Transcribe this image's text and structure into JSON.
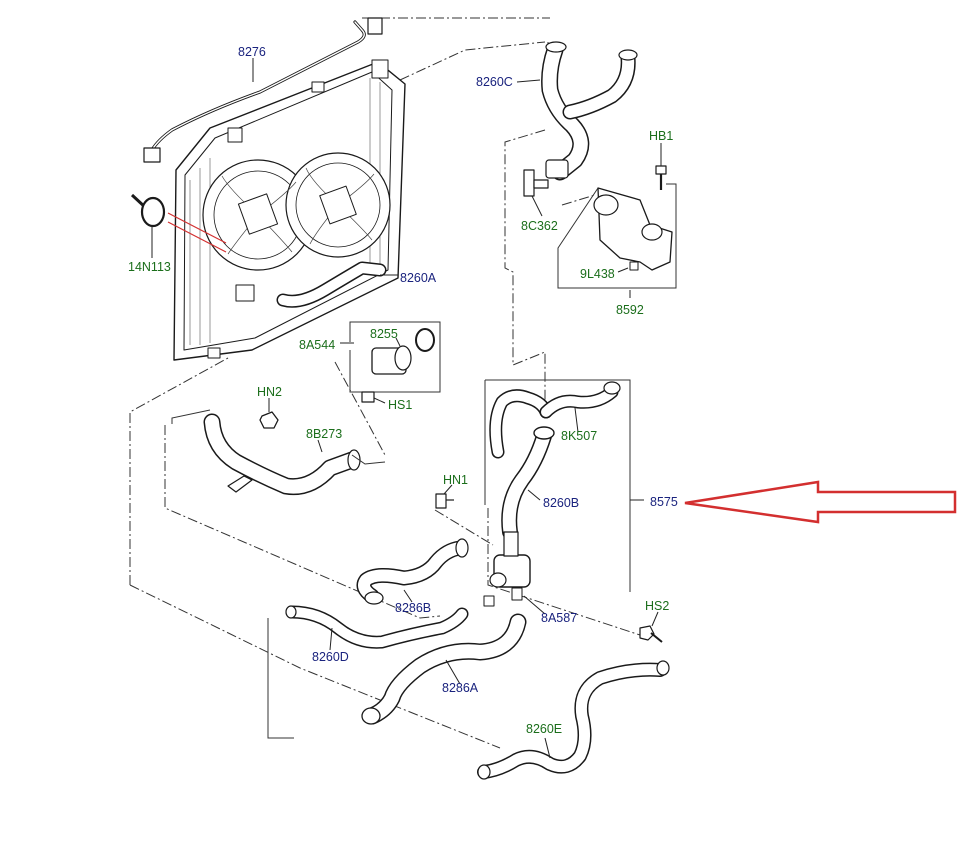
{
  "colors": {
    "label_part_number": "#1a237e",
    "label_fastener": "#1b6e1b",
    "arrow": "#d32f2f",
    "lines": "#222222"
  },
  "labels": {
    "c8276": "8276",
    "c8260C": "8260C",
    "hb1": "HB1",
    "c8c362": "8C362",
    "c9l438": "9L438",
    "c8592": "8592",
    "c14n113": "14N113",
    "c8260A": "8260A",
    "c8255": "8255",
    "c8a544": "8A544",
    "hs1": "HS1",
    "hn2": "HN2",
    "c8b273": "8B273",
    "c8k507": "8K507",
    "hn1": "HN1",
    "c8260B": "8260B",
    "c8575": "8575",
    "c8286B": "8286B",
    "c8a587": "8A587",
    "hs2": "HS2",
    "c8260D": "8260D",
    "c8286A": "8286A",
    "c8260E": "8260E"
  },
  "icons": {
    "highlight_arrow": "arrow-left-icon"
  }
}
